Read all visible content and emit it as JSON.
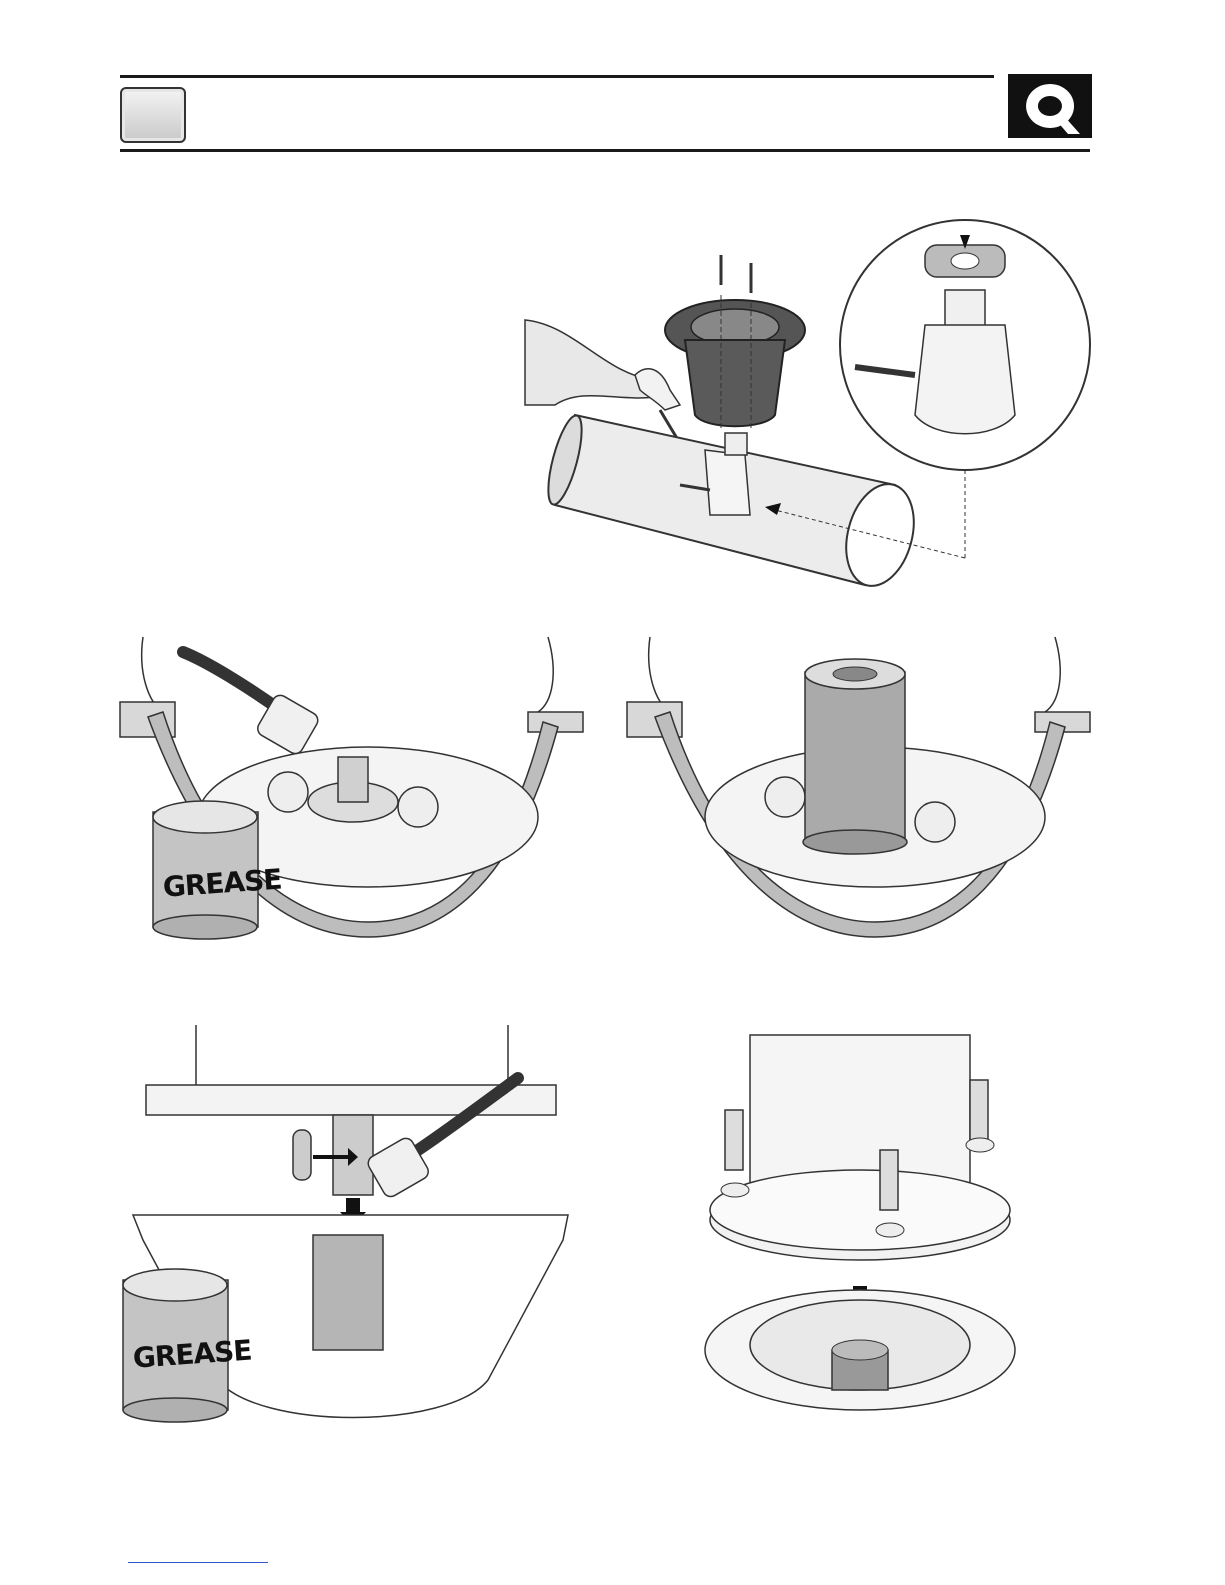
{
  "page": {
    "logo_icon": "quick-q-logo",
    "step_badge": ""
  },
  "figures": {
    "top": {
      "icon": "pipe-motor-hose-assembly"
    },
    "middle_left": {
      "grease_label": "GREASE"
    },
    "middle_right": {
      "icon": "shaft-coupling-installed"
    },
    "bottom_left": {
      "grease_label": "GREASE"
    },
    "bottom_right": {
      "icon": "flange-bolt-mounting"
    }
  },
  "colors": {
    "rule": "#1a1a1a",
    "link": "#3355cc"
  }
}
